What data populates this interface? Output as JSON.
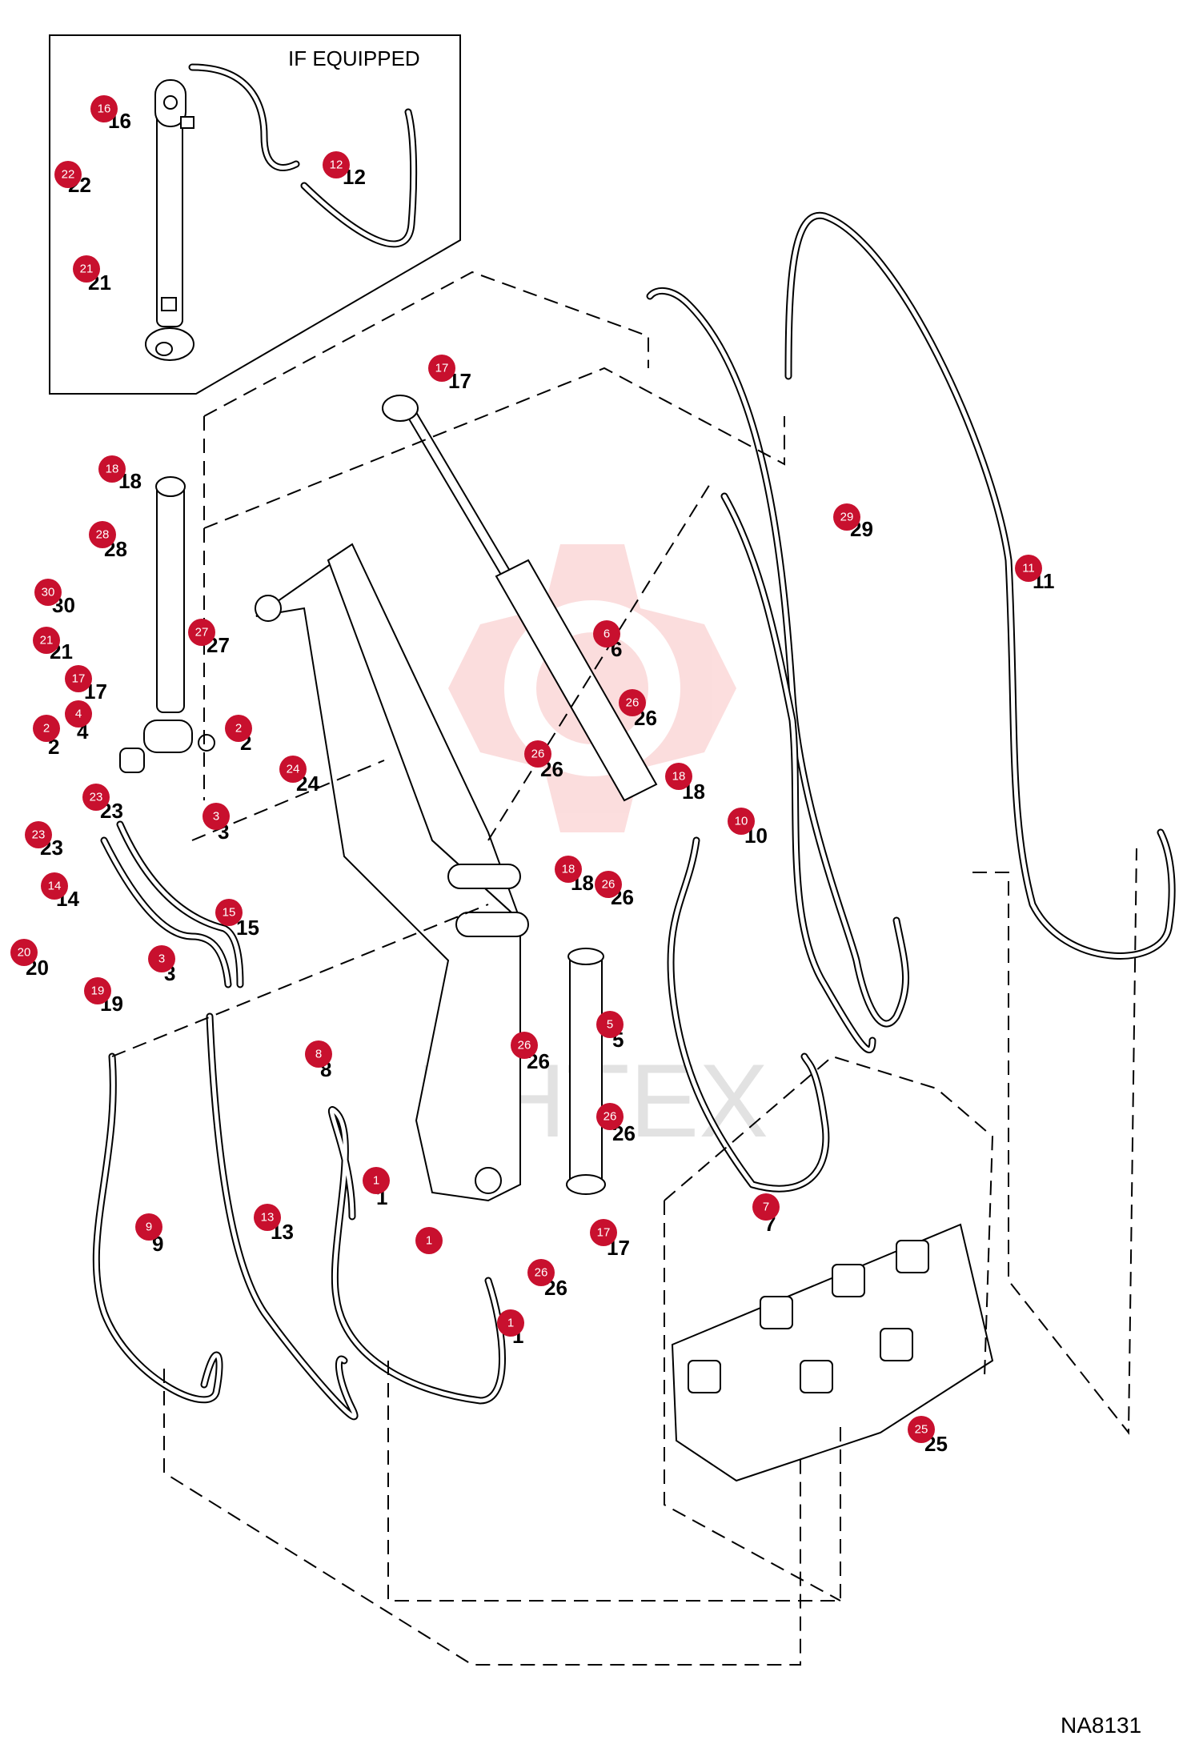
{
  "inset": {
    "title": "IF EQUIPPED"
  },
  "figure_code": "NA8131",
  "watermark": {
    "text": "ИНТЕХ",
    "logo": "gear-logo",
    "color": "#f5a0a0"
  },
  "colors": {
    "badge": "#c8102e",
    "line": "#000000",
    "background": "#ffffff"
  },
  "callouts": [
    {
      "id": "c16",
      "num": "16",
      "label": "16"
    },
    {
      "id": "c22",
      "num": "22",
      "label": "22"
    },
    {
      "id": "c21a",
      "num": "21",
      "label": "21"
    },
    {
      "id": "c12",
      "num": "12",
      "label": "12"
    },
    {
      "id": "c17a",
      "num": "17",
      "label": "17"
    },
    {
      "id": "c18a",
      "num": "18",
      "label": "18"
    },
    {
      "id": "c28",
      "num": "28",
      "label": "28"
    },
    {
      "id": "c30",
      "num": "30",
      "label": "30"
    },
    {
      "id": "c21b",
      "num": "21",
      "label": "21"
    },
    {
      "id": "c27",
      "num": "27",
      "label": "27"
    },
    {
      "id": "c17b",
      "num": "17",
      "label": "17"
    },
    {
      "id": "c4",
      "num": "4",
      "label": "4"
    },
    {
      "id": "c2a",
      "num": "2",
      "label": "2"
    },
    {
      "id": "c2b",
      "num": "2",
      "label": "2"
    },
    {
      "id": "c23a",
      "num": "23",
      "label": "23"
    },
    {
      "id": "c23b",
      "num": "23",
      "label": "23"
    },
    {
      "id": "c3a",
      "num": "3",
      "label": "3"
    },
    {
      "id": "c14",
      "num": "14",
      "label": "14"
    },
    {
      "id": "c15",
      "num": "15",
      "label": "15"
    },
    {
      "id": "c20",
      "num": "20",
      "label": "20"
    },
    {
      "id": "c3b",
      "num": "3",
      "label": "3"
    },
    {
      "id": "c19",
      "num": "19",
      "label": "19"
    },
    {
      "id": "c24",
      "num": "24",
      "label": "24"
    },
    {
      "id": "c6",
      "num": "6",
      "label": "6"
    },
    {
      "id": "c26a",
      "num": "26",
      "label": "26"
    },
    {
      "id": "c26b",
      "num": "26",
      "label": "26"
    },
    {
      "id": "c18b",
      "num": "18",
      "label": "18"
    },
    {
      "id": "c29",
      "num": "29",
      "label": "29"
    },
    {
      "id": "c11",
      "num": "11",
      "label": "11"
    },
    {
      "id": "c10",
      "num": "10",
      "label": "10"
    },
    {
      "id": "c18c",
      "num": "18",
      "label": "18"
    },
    {
      "id": "c26c",
      "num": "26",
      "label": "26"
    },
    {
      "id": "c26d",
      "num": "26",
      "label": "26"
    },
    {
      "id": "c5",
      "num": "5",
      "label": "5"
    },
    {
      "id": "c8",
      "num": "8",
      "label": "8"
    },
    {
      "id": "c26e",
      "num": "26",
      "label": "26"
    },
    {
      "id": "c1a",
      "num": "1",
      "label": "1"
    },
    {
      "id": "c1b",
      "num": "1",
      "label": "1"
    },
    {
      "id": "c1c",
      "num": "1",
      "label": "1"
    },
    {
      "id": "c9",
      "num": "9",
      "label": "9"
    },
    {
      "id": "c13",
      "num": "13",
      "label": "13"
    },
    {
      "id": "c17c",
      "num": "17",
      "label": "17"
    },
    {
      "id": "c26f",
      "num": "26",
      "label": "26"
    },
    {
      "id": "c7",
      "num": "7",
      "label": "7"
    },
    {
      "id": "c25",
      "num": "25",
      "label": "25"
    }
  ]
}
